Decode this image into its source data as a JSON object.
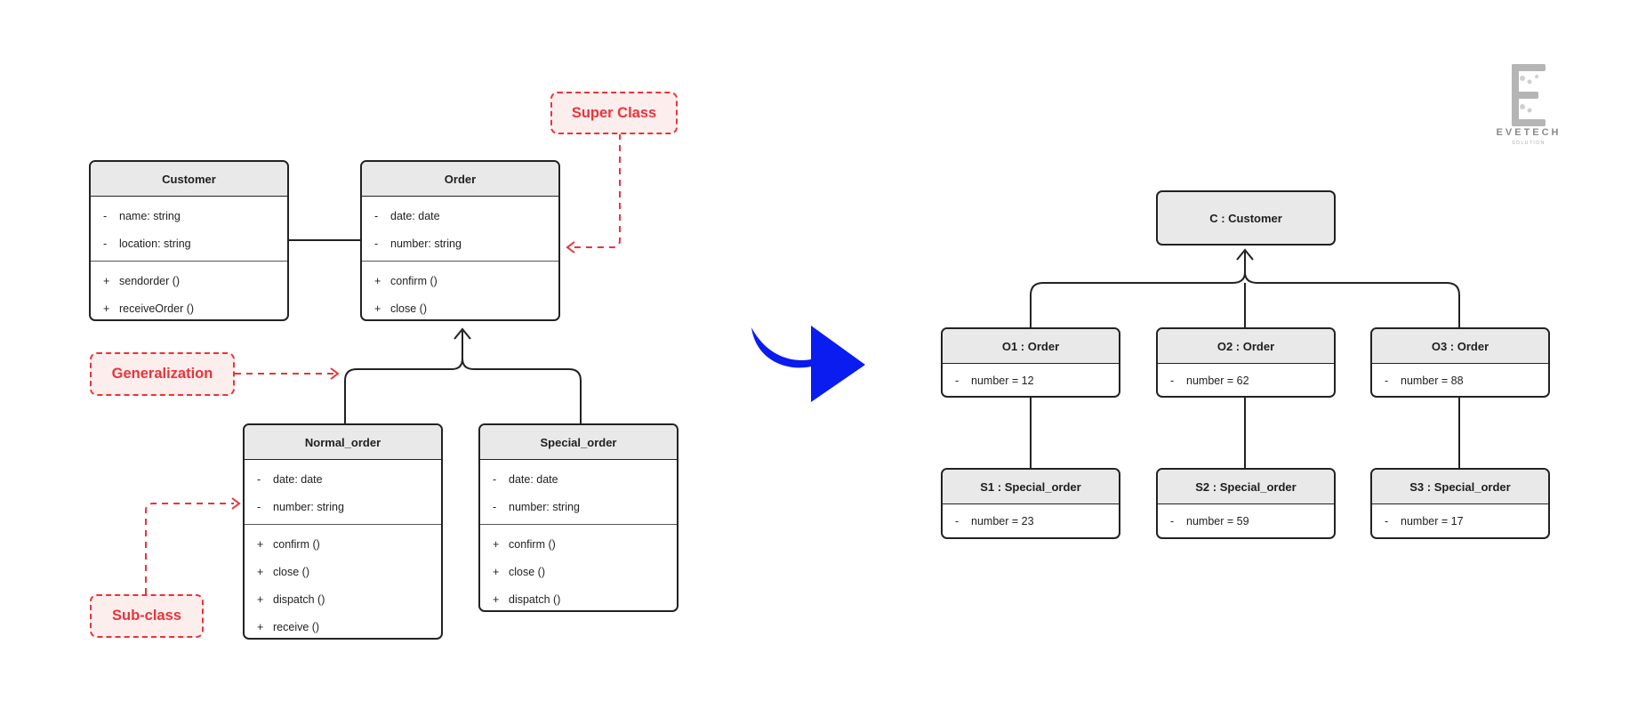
{
  "class_diagram": {
    "customer": {
      "name": "Customer",
      "attributes": [
        {
          "sym": "-",
          "text": "name: string"
        },
        {
          "sym": "-",
          "text": "location: string"
        }
      ],
      "methods": [
        {
          "sym": "+",
          "text": "sendorder ()"
        },
        {
          "sym": "+",
          "text": "receiveOrder ()"
        }
      ]
    },
    "order": {
      "name": "Order",
      "attributes": [
        {
          "sym": "-",
          "text": "date: date"
        },
        {
          "sym": "-",
          "text": "number: string"
        }
      ],
      "methods": [
        {
          "sym": "+",
          "text": "confirm ()"
        },
        {
          "sym": "+",
          "text": "close ()"
        }
      ]
    },
    "normal_order": {
      "name": "Normal_order",
      "attributes": [
        {
          "sym": "-",
          "text": "date: date"
        },
        {
          "sym": "-",
          "text": "number: string"
        }
      ],
      "methods": [
        {
          "sym": "+",
          "text": "confirm ()"
        },
        {
          "sym": "+",
          "text": "close ()"
        },
        {
          "sym": "+",
          "text": "dispatch ()"
        },
        {
          "sym": "+",
          "text": "receive ()"
        }
      ]
    },
    "special_order": {
      "name": "Special_order",
      "attributes": [
        {
          "sym": "-",
          "text": "date: date"
        },
        {
          "sym": "-",
          "text": "number: string"
        }
      ],
      "methods": [
        {
          "sym": "+",
          "text": "confirm ()"
        },
        {
          "sym": "+",
          "text": "close ()"
        },
        {
          "sym": "+",
          "text": "dispatch ()"
        }
      ]
    }
  },
  "callouts": {
    "super_class": "Super Class",
    "generalization": "Generalization",
    "sub_class": "Sub-class"
  },
  "object_diagram": {
    "root": "C : Customer",
    "orders": [
      {
        "title": "O1 : Order",
        "attr": {
          "sym": "-",
          "text": "number = 12"
        }
      },
      {
        "title": "O2 : Order",
        "attr": {
          "sym": "-",
          "text": "number = 62"
        }
      },
      {
        "title": "O3 : Order",
        "attr": {
          "sym": "-",
          "text": "number = 88"
        }
      }
    ],
    "special_orders": [
      {
        "title": "S1 : Special_order",
        "attr": {
          "sym": "-",
          "text": "number = 23"
        }
      },
      {
        "title": "S2 : Special_order",
        "attr": {
          "sym": "-",
          "text": "number = 59"
        }
      },
      {
        "title": "S3 : Special_order",
        "attr": {
          "sym": "-",
          "text": "number = 17"
        }
      }
    ]
  },
  "logo": {
    "text": "EVETECH",
    "sub": "SOLUTION"
  },
  "colors": {
    "accent_red": "#e8343a",
    "callout_fill": "#fdeeee",
    "arrow_blue": "#0a1cf0",
    "header_fill": "#e9e9e9",
    "line": "#222222"
  },
  "icons": {
    "transform_arrow": "curved-arrow-icon",
    "logo": "evetech-logo-icon"
  }
}
